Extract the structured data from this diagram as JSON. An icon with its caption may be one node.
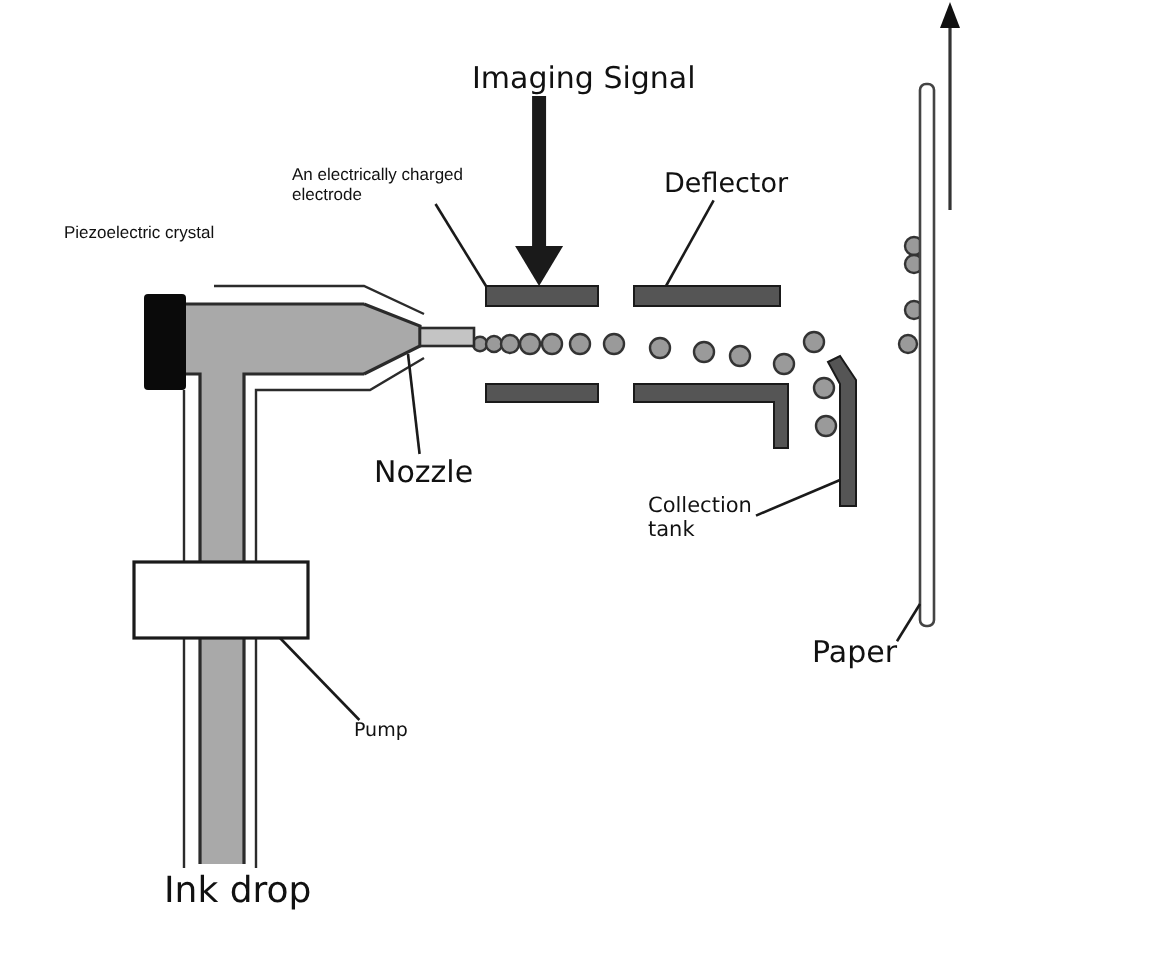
{
  "diagram": {
    "nodes": [
      {
        "text": [
          "Imaging Signal"
        ]
      },
      {
        "text": [
          "An electrically charged electrode"
        ]
      },
      {
        "text": [
          "Deflector"
        ]
      },
      {
        "text": [
          "Nozzle"
        ]
      },
      {
        "text": [
          "Collection tank"
        ]
      },
      {
        "text": [
          "Paper"
        ]
      },
      {
        "text": [
          "Pump"
        ]
      },
      {
        "text": [],
        "shape": "bar"
      },
      {
        "text": [],
        "shape": "bar"
      },
      {
        "text": [],
        "shape": "cone"
      },
      {
        "text": [],
        "shape": "bar"
      },
      {
        "text": [],
        "shape": "bar"
      },
      {
        "text": [],
        "shape": "box"
      }
    ],
    "edges": [
      {
        "from": 0,
        "to": 7,
        "arrow": "to",
        "style": "thick"
      },
      {
        "from": 1,
        "to": 7,
        "arrow": "none"
      },
      {
        "from": 2,
        "to": 8,
        "arrow": "none"
      },
      {
        "from": 3,
        "to": 9,
        "arrow": "none"
      },
      {
        "from": 4,
        "to": 10,
        "arrow": "none"
      },
      {
        "from": 5,
        "to": 11,
        "arrow": "none"
      },
      {
        "from": 6,
        "to": 12,
        "arrow": "none"
      }
    ],
    "labels": [
      "Piezoelectric crystal",
      "Ink drop"
    ]
  }
}
